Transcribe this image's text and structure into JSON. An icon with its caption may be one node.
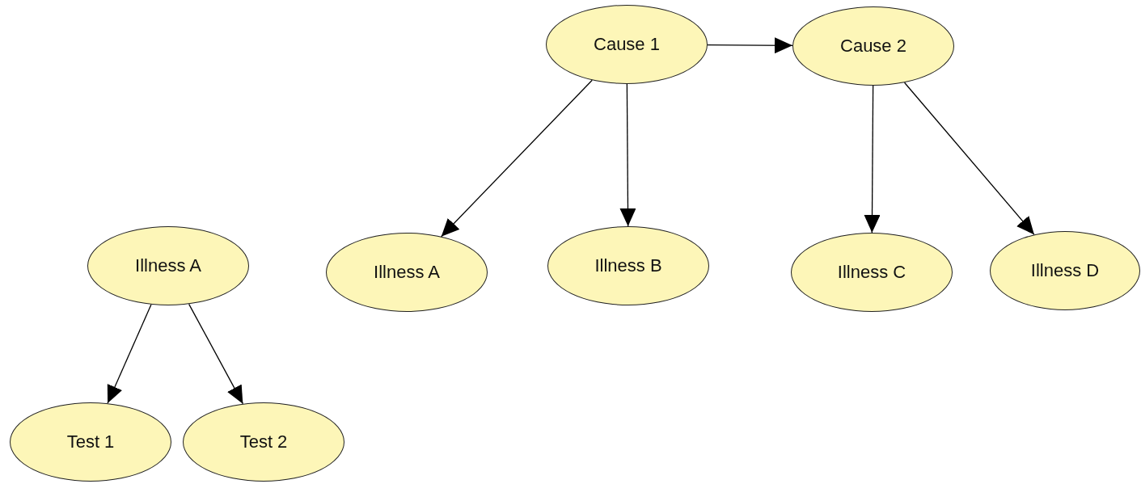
{
  "diagram": {
    "nodes": [
      {
        "text": [
          "Cause 1"
        ]
      },
      {
        "text": [
          "Cause 2"
        ]
      },
      {
        "text": [
          "Illness A"
        ]
      },
      {
        "text": [
          "Illness A"
        ]
      },
      {
        "text": [
          "Illness B"
        ]
      },
      {
        "text": [
          "Illness C"
        ]
      },
      {
        "text": [
          "Illness D"
        ]
      },
      {
        "text": [
          "Test 1"
        ]
      },
      {
        "text": [
          "Test 2"
        ]
      }
    ],
    "edges": [
      {
        "from": 0,
        "to": 1,
        "arrow": "to"
      },
      {
        "from": 0,
        "to": 3,
        "arrow": "to"
      },
      {
        "from": 0,
        "to": 4,
        "arrow": "to"
      },
      {
        "from": 1,
        "to": 5,
        "arrow": "to"
      },
      {
        "from": 1,
        "to": 6,
        "arrow": "to"
      },
      {
        "from": 2,
        "to": 7,
        "arrow": "to"
      },
      {
        "from": 2,
        "to": 8,
        "arrow": "to"
      }
    ]
  }
}
